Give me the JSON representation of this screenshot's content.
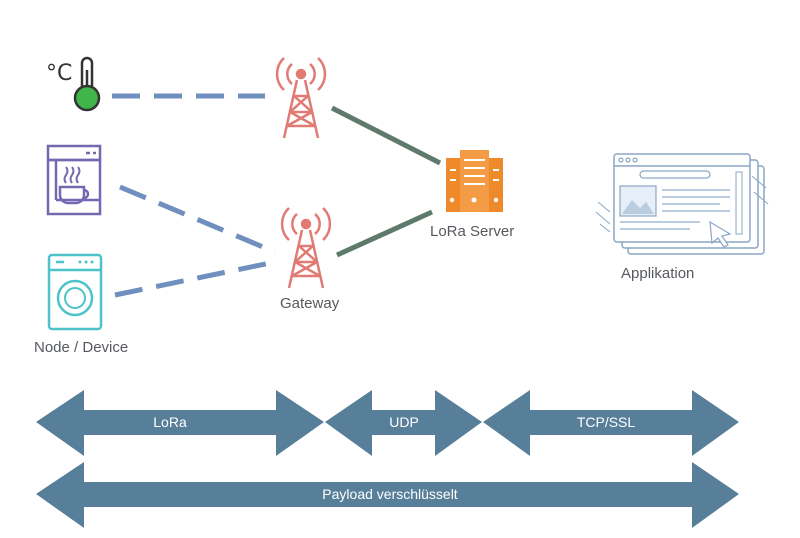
{
  "labels": {
    "node": "Node / Device",
    "gateway": "Gateway",
    "server": "LoRa Server",
    "application": "Applikation"
  },
  "arrows": {
    "lora": "LoRa",
    "udp": "UDP",
    "tcp": "TCP/SSL",
    "payload": "Payload verschlüsselt"
  },
  "icons": {
    "thermometer": "thermometer-icon",
    "coffee_machine": "coffee-machine-icon",
    "washing_machine": "washing-machine-icon",
    "tower": "radio-tower-icon",
    "server": "server-icon",
    "application": "browser-window-icon",
    "thermometer_unit": "°C"
  },
  "colors": {
    "arrow": "#587f99",
    "dashed_link": "#6f8fbe",
    "solid_link": "#5d7a6a",
    "tower": "#e27a74",
    "server": "#ef8a2a",
    "thermometer": "#3fb54a",
    "coffee": "#7668b0",
    "washer": "#4cc3c8",
    "app": "#8aa6c4"
  }
}
